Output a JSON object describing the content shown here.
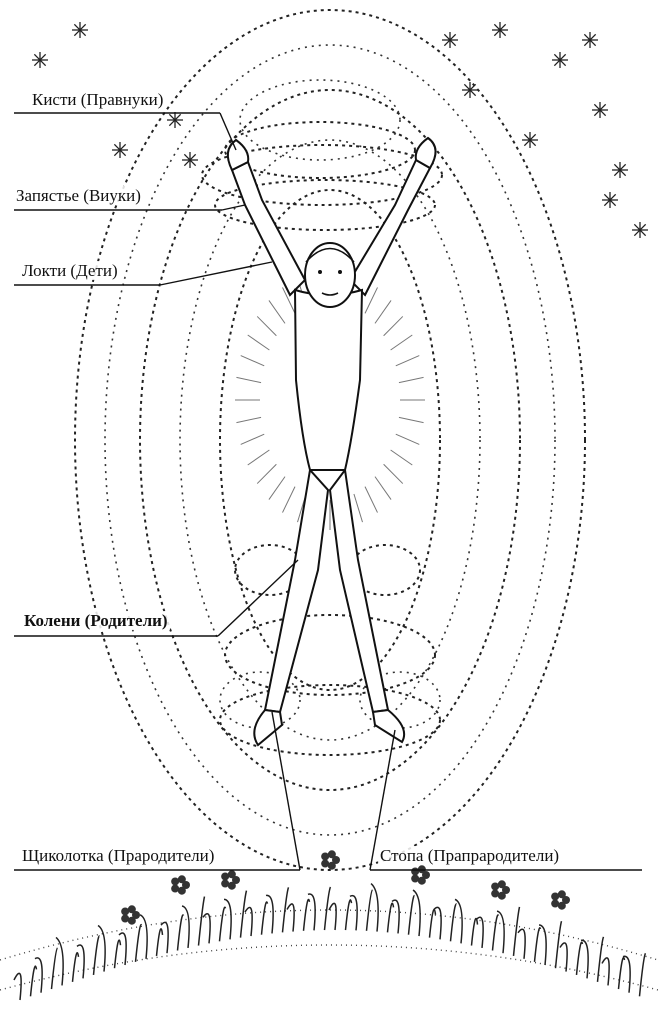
{
  "labels": {
    "hands": "Кисти (Правнуки)",
    "wrist": "Запястье (Виуки)",
    "elbows": "Локти (Дети)",
    "knees": "Колени (Родители)",
    "ankle": "Щиколотка (Прародители)",
    "foot": "Стопа (Прапрародители)"
  },
  "colors": {
    "ink": "#111111",
    "paper": "#ffffff"
  }
}
